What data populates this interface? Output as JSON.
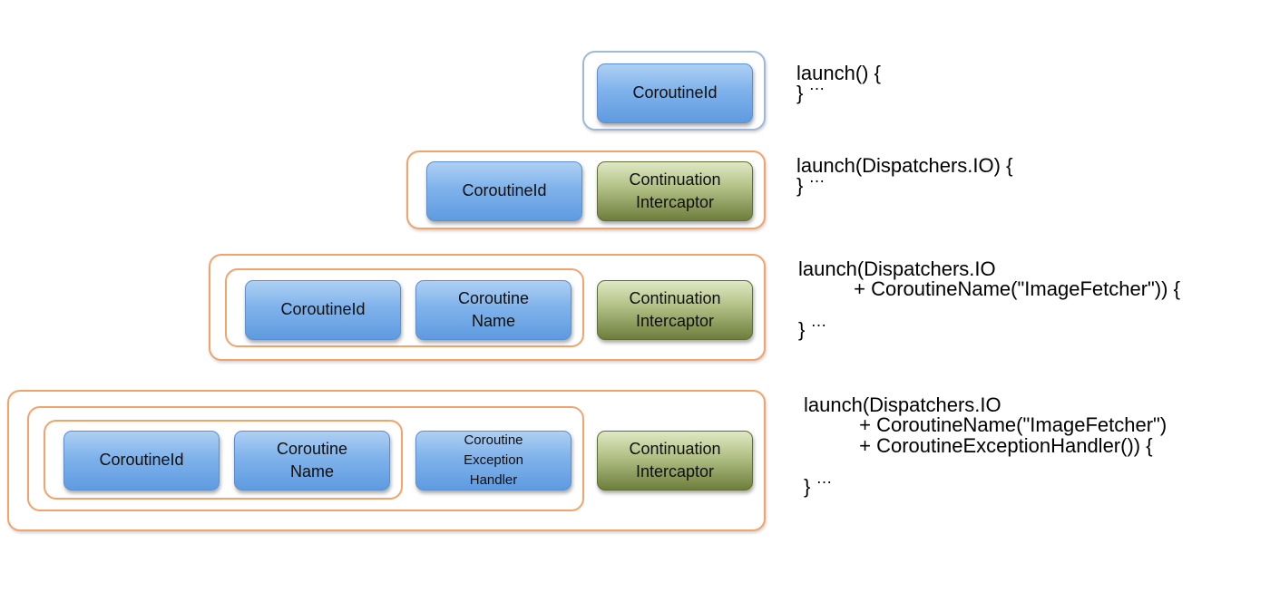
{
  "diagram": {
    "row1": {
      "boxes": [
        "CoroutineId"
      ],
      "code_lines": [
        "launch() {",
        "}"
      ]
    },
    "row2": {
      "boxes": [
        "CoroutineId",
        "Continuation\nIntercaptor"
      ],
      "code_lines": [
        "launch(Dispatchers.IO) {",
        "}"
      ]
    },
    "row3": {
      "boxes": [
        "CoroutineId",
        "Coroutine\nName",
        "Continuation\nIntercaptor"
      ],
      "code_lines": [
        "launch(Dispatchers.IO",
        "          + CoroutineName(\"ImageFetcher\")) {",
        "}"
      ]
    },
    "row4": {
      "boxes": [
        "CoroutineId",
        "Coroutine\nName",
        "Coroutine\nException\nHandler",
        "Continuation\nIntercaptor"
      ],
      "code_lines": [
        "launch(Dispatchers.IO",
        "          + CoroutineName(\"ImageFetcher\")",
        "          + CoroutineExceptionHandler()) {",
        "}"
      ]
    },
    "ellipsis": "…"
  },
  "colors": {
    "element_blue": "#7fb2eb",
    "interceptor_green": "#8a9a55",
    "context_border_orange": "#f2a36b",
    "context_border_blue": "#9fb8d9"
  }
}
